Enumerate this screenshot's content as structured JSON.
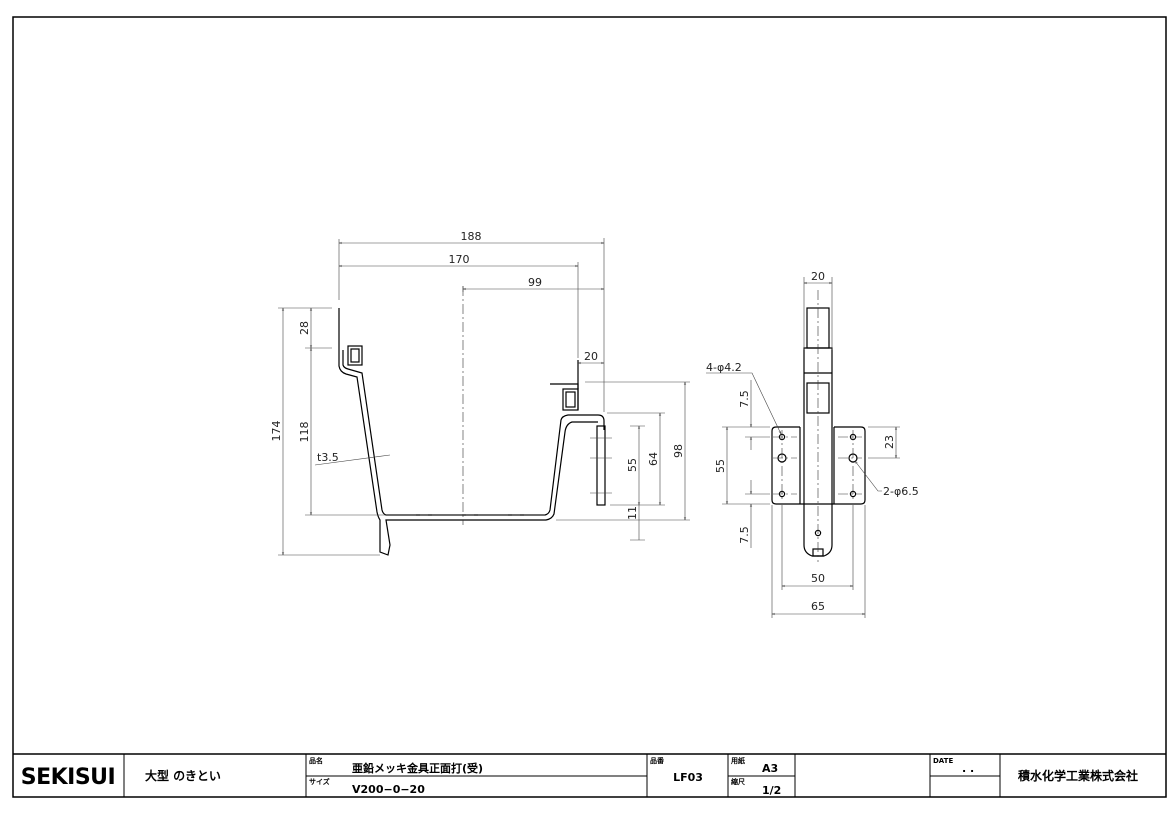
{
  "drawing": {
    "side_view": {
      "dims": {
        "d188": "188",
        "d170": "170",
        "d99": "99",
        "d20": "20",
        "d174": "174",
        "d28": "28",
        "d118": "118",
        "d98": "98",
        "d64": "64",
        "d55": "55",
        "d11": "11",
        "t": "t3.5"
      }
    },
    "front_view": {
      "dims": {
        "d20": "20",
        "d75a": "7.5",
        "d75b": "7.5",
        "d55": "55",
        "d23": "23",
        "d50": "50",
        "d65": "65"
      },
      "holes_small": "4-φ4.2",
      "holes_large": "2-φ6.5"
    }
  },
  "title_block": {
    "logo": "SEKISUI",
    "category": "大型 のきとい",
    "name_label": "品名",
    "name": "亜鉛メッキ金具正面打(受)",
    "size_label": "サイズ",
    "size": "V200−0−20",
    "part_no_label": "品番",
    "part_no": "LF03",
    "paper_label": "用紙",
    "paper": "A3",
    "scale_label": "縮尺",
    "scale": "1/2",
    "date_label": "DATE",
    "date": ".   .",
    "company": "積水化学工業株式会社"
  }
}
